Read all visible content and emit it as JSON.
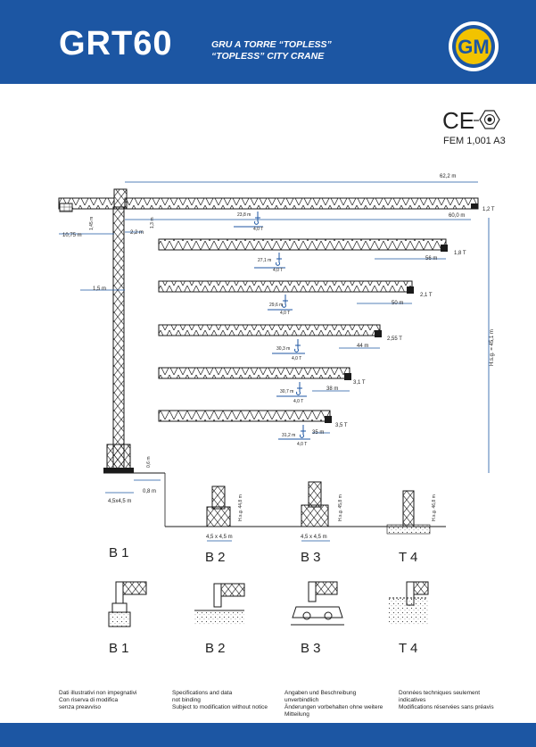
{
  "header": {
    "model": "GRT60",
    "subtitle_it": "GRU  A TORRE “TOPLESS”",
    "subtitle_en": "“TOPLESS” CITY CRANE",
    "logo_letters": "GM"
  },
  "certification": {
    "fem": "FEM 1,001 A3"
  },
  "tower": {
    "counter_jib": "10,75 m",
    "counter_height": "1,45 m",
    "cab": "2,2 m",
    "jib_depth": "1,3 m",
    "tower_section": "1,5 m",
    "base_height": "0,6 m",
    "base_offset": "0,8 m",
    "base_size": "4,5x4,5 m",
    "hook_height": "H.s.g. = 45,1 m"
  },
  "jibs": [
    {
      "length": "62,2 m",
      "tip_load": "1,2  T",
      "max_load_radius": "23,8 m",
      "max_load": "4,0  T",
      "extra": "60,0 m"
    },
    {
      "length": "56 m",
      "tip_load": "1,8  T",
      "max_load_radius": "27,1 m",
      "max_load": "4,0 T"
    },
    {
      "length": "50 m",
      "tip_load": "2,1 T",
      "max_load_radius": "29,6 m",
      "max_load": "4,0 T"
    },
    {
      "length": "44 m",
      "tip_load": "2,55 T",
      "max_load_radius": "30,3 m",
      "max_load": "4,0 T"
    },
    {
      "length": "38 m",
      "tip_load": "3,1 T",
      "max_load_radius": "30,7 m",
      "max_load": "4,0 T"
    },
    {
      "length": "35 m",
      "tip_load": "3,5 T",
      "max_load_radius": "31,2 m",
      "max_load": "4,0 T"
    }
  ],
  "bases": [
    {
      "label": "B 1",
      "height": ""
    },
    {
      "label": "B 2",
      "height": "H.s.g. 44,8 m",
      "size": "4,5 x 4,5 m"
    },
    {
      "label": "B 3",
      "height": "H.s.g. 45,8 m",
      "size": "4,5 x 4,5 m"
    },
    {
      "label": "T 4",
      "height": "H.s.g. 46,8 m"
    }
  ],
  "details": [
    {
      "label": "B 1"
    },
    {
      "label": "B 2"
    },
    {
      "label": "B 3"
    },
    {
      "label": "T 4"
    }
  ],
  "footer": {
    "it": [
      "Dati illustrativi non impegnativi",
      "Con riserva di modifica",
      "senza preavviso"
    ],
    "en": [
      "Specifications and data",
      "not binding",
      "Subject to modification without notice"
    ],
    "de": [
      "Angaben und Beschreibung",
      "unverbindlich",
      "Änderungen vorbehalten ohne weitere",
      "Mitteilung"
    ],
    "fr": [
      "Données techniques seulement",
      "indicatives",
      "Modifications réservées sans préavis"
    ]
  },
  "colors": {
    "brand_blue": "#1c56a3",
    "logo_yellow": "#f2c300",
    "drawing": "#1a1a1a",
    "dim": "#1c56a3"
  }
}
